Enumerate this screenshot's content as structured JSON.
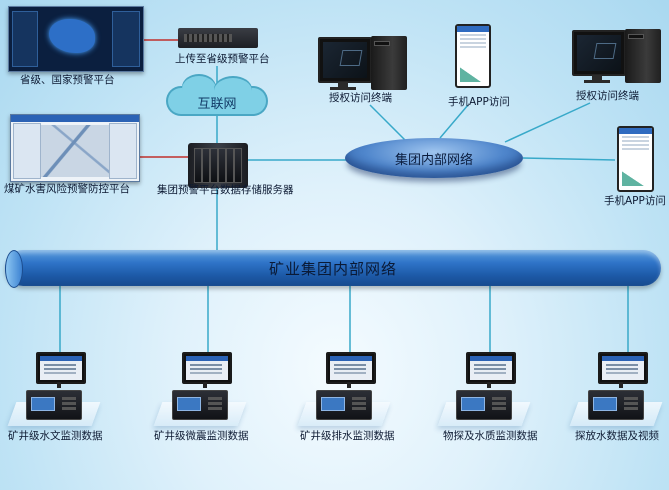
{
  "top_left": {
    "provincial_platform_label": "省级、国家预警平台",
    "upload_label": "上传至省级预警平台",
    "internet_label": "互联网",
    "coal_platform_label": "煤矿水害风险预警防控平台",
    "server_label": "集团预警平台数据存储服务器"
  },
  "top_right": {
    "network_label": "集团内部网络",
    "terminal_left_label": "授权访问终端",
    "app_center_label": "手机APP访问",
    "terminal_right_label": "授权访问终端",
    "app_right_label": "手机APP访问"
  },
  "backbone_label": "矿业集团内部网络",
  "stations": [
    {
      "label": "矿井级水文监测数据"
    },
    {
      "label": "矿井级微震监测数据"
    },
    {
      "label": "矿井级排水监测数据"
    },
    {
      "label": "物探及水质监测数据"
    },
    {
      "label": "探放水数据及视频"
    }
  ],
  "colors": {
    "link_red": "#c0302c",
    "link_cyan": "#38a9c9",
    "backbone_blue": "#2f74c8"
  }
}
